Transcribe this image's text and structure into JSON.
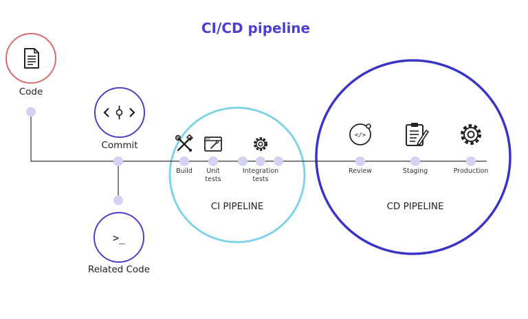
{
  "title": "CI/CD pipeline",
  "colors": {
    "title": "#4c3fd1",
    "code_circle": "#d96a6a",
    "commit_circle": "#4b40c2",
    "ci_circle": "#7fd3e8",
    "cd_circle": "#3a33c7",
    "line": "#333333",
    "dot": "#d2d3f3"
  },
  "nodes": {
    "code": {
      "label": "Code",
      "icon": "document-icon"
    },
    "commit": {
      "label": "Commit",
      "icon": "commit-icon",
      "glyph": "<ф>"
    },
    "related": {
      "label": "Related Code",
      "icon": "terminal-icon",
      "glyph": ">_"
    }
  },
  "ci": {
    "label": "CI PIPELINE",
    "stages": {
      "build": "Build",
      "unit_1": "Unit",
      "unit_2": "tests",
      "integration_1": "Integration",
      "integration_2": "tests"
    },
    "icons": [
      "tools-icon",
      "browser-icon",
      "gear-icon"
    ]
  },
  "cd": {
    "label": "CD PIPELINE",
    "stages": {
      "review": "Review",
      "staging": "Staging",
      "production": "Production"
    },
    "icons": [
      "code-bubble-icon",
      "clipboard-icon",
      "gear-icon"
    ]
  }
}
